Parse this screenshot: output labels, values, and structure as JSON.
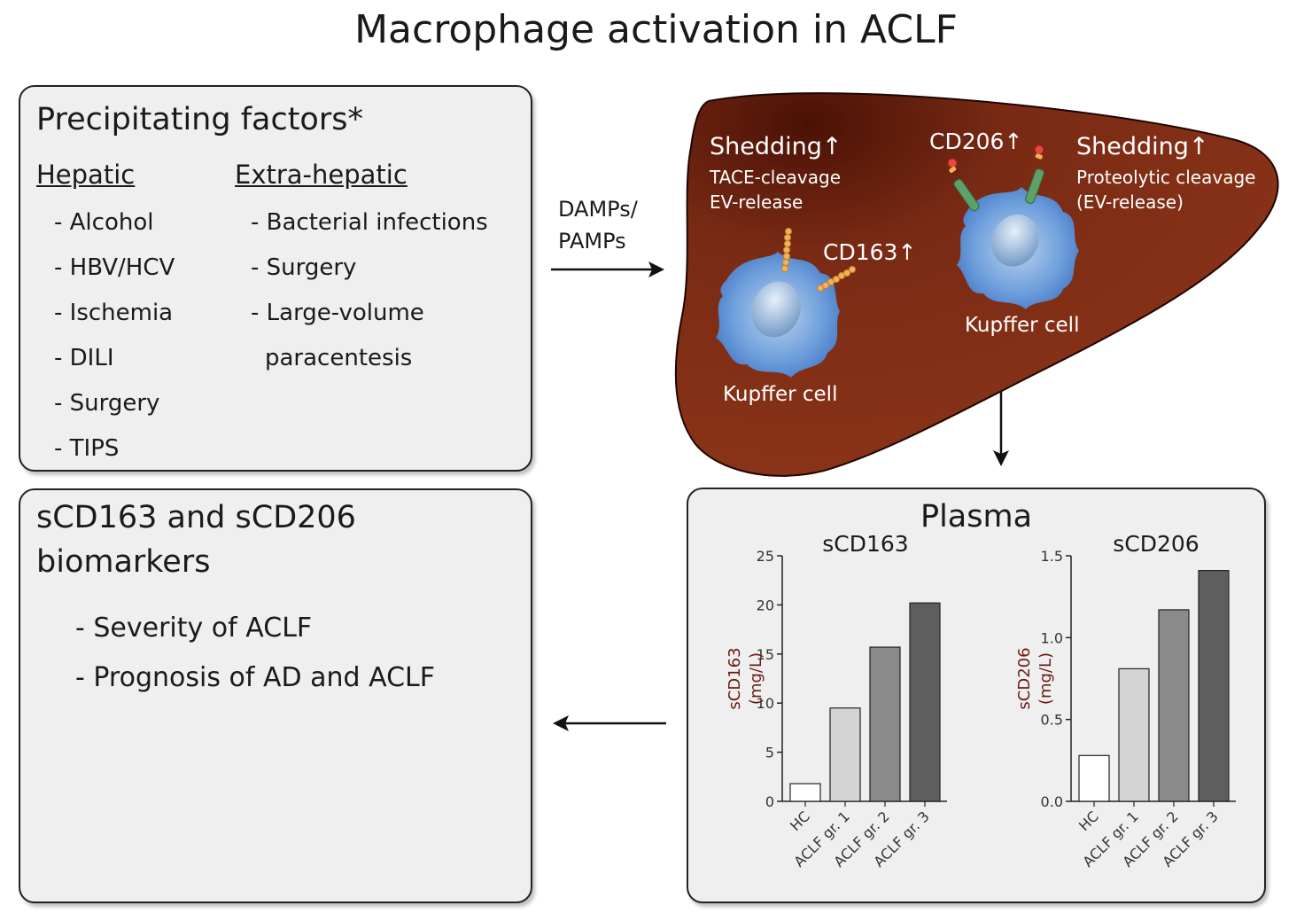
{
  "title": "Macrophage activation in ACLF",
  "precipitating": {
    "heading": "Precipitating factors*",
    "hepatic_heading": "Hepatic",
    "hepatic_items": [
      "- Alcohol",
      "- HBV/HCV",
      "- Ischemia",
      "- DILI",
      "- Surgery",
      "- TIPS"
    ],
    "extra_heading": "Extra-hepatic",
    "extra_items": [
      "- Bacterial infections",
      "- Surgery",
      "- Large-volume",
      "paracentesis"
    ]
  },
  "arrow_label": [
    "DAMPs/",
    "PAMPs"
  ],
  "liver": {
    "left_shedding": "Shedding",
    "left_mech_1": "TACE-cleavage",
    "left_mech_2": "EV-release",
    "cd163": "CD163",
    "cd206": "CD206",
    "right_shedding": "Shedding",
    "right_mech_1": "Proteolytic cleavage",
    "right_mech_2": "(EV-release)",
    "kupffer_left": "Kupffer cell",
    "kupffer_right": "Kupffer cell",
    "up_arrow": "↑"
  },
  "plasma": {
    "heading": "Plasma"
  },
  "biomarkers": {
    "heading_line1": "sCD163 and sCD206",
    "heading_line2": "biomarkers",
    "items": [
      "- Severity of ACLF",
      "- Prognosis of AD and ACLF"
    ]
  },
  "chart_data": [
    {
      "type": "bar",
      "title": "sCD163",
      "ylabel": "sCD163\n(mg/L)",
      "categories": [
        "HC",
        "ACLF gr. 1",
        "ACLF gr. 2",
        "ACLF gr. 3"
      ],
      "values": [
        1.8,
        9.5,
        15.7,
        20.2
      ],
      "ylim": [
        0,
        25
      ],
      "yticks": [
        "0",
        "5",
        "10",
        "15",
        "20",
        "25"
      ],
      "bar_colors": [
        "#ffffff",
        "#d4d4d4",
        "#8a8a8a",
        "#5e5e5e"
      ],
      "ylabel_color": "#6b1a12"
    },
    {
      "type": "bar",
      "title": "sCD206",
      "ylabel": "sCD206\n(mg/L)",
      "categories": [
        "HC",
        "ACLF gr. 1",
        "ACLF gr. 2",
        "ACLF gr. 3"
      ],
      "values": [
        0.28,
        0.81,
        1.17,
        1.41
      ],
      "ylim": [
        0,
        1.5
      ],
      "yticks": [
        "0.0",
        "0.5",
        "1.0",
        "1.5"
      ],
      "bar_colors": [
        "#ffffff",
        "#d4d4d4",
        "#8a8a8a",
        "#5e5e5e"
      ],
      "ylabel_color": "#6b1a12"
    }
  ],
  "colors": {
    "liver": "#7a2a14",
    "liver_dark": "#4a1206",
    "cell": "#4f86d0",
    "nucleus": "#8fb4d8",
    "cd163_receptor": "#f1b35a",
    "cd206_receptor": "#5fa06a",
    "axis_label": "#6b1a12"
  }
}
